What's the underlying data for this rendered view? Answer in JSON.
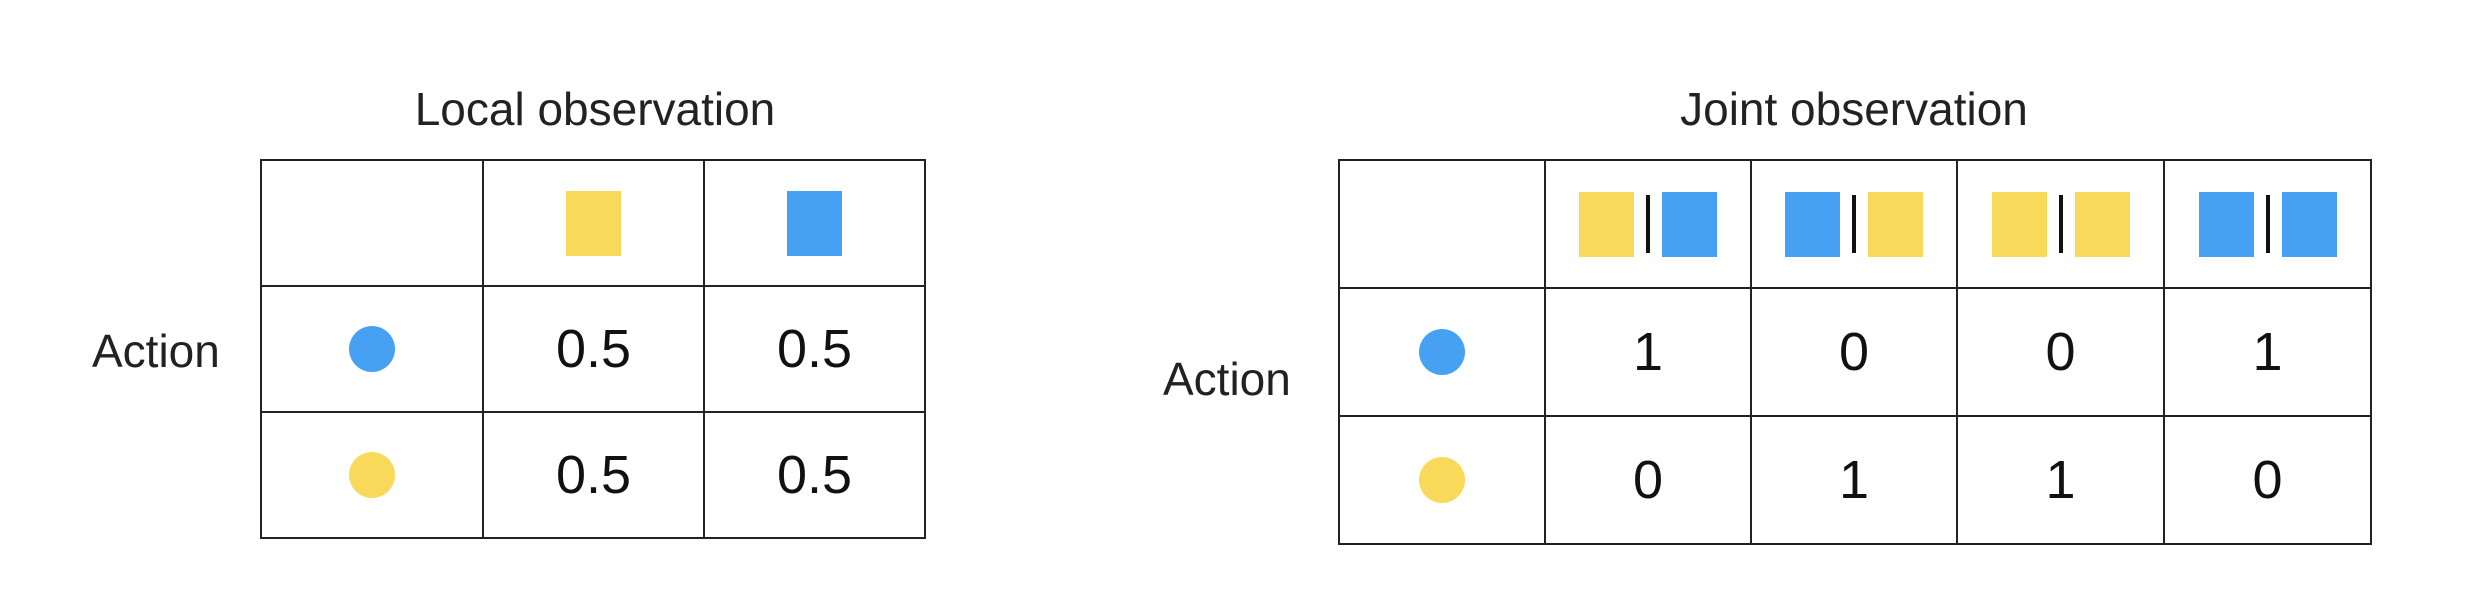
{
  "local": {
    "title": "Local observation",
    "row_label": "Action",
    "columns": [
      {
        "icon": "yellow-square-icon",
        "color": "#f9d95a"
      },
      {
        "icon": "blue-square-icon",
        "color": "#47a1f3"
      }
    ],
    "rows": [
      {
        "icon": "blue-circle-icon",
        "color": "#47a1f3",
        "values": [
          "0.5",
          "0.5"
        ]
      },
      {
        "icon": "yellow-circle-icon",
        "color": "#f9d95a",
        "values": [
          "0.5",
          "0.5"
        ]
      }
    ]
  },
  "joint": {
    "title": "Joint observation",
    "row_label": "Action",
    "columns": [
      {
        "left": "yellow-square-icon",
        "right": "blue-square-icon"
      },
      {
        "left": "blue-square-icon",
        "right": "yellow-square-icon"
      },
      {
        "left": "yellow-square-icon",
        "right": "yellow-square-icon"
      },
      {
        "left": "blue-square-icon",
        "right": "blue-square-icon"
      }
    ],
    "rows": [
      {
        "icon": "blue-circle-icon",
        "color": "#47a1f3",
        "values": [
          "1",
          "0",
          "0",
          "1"
        ]
      },
      {
        "icon": "yellow-circle-icon",
        "color": "#f9d95a",
        "values": [
          "0",
          "1",
          "1",
          "0"
        ]
      }
    ]
  },
  "colors": {
    "yellow": "#f9d95a",
    "blue": "#47a1f3"
  }
}
